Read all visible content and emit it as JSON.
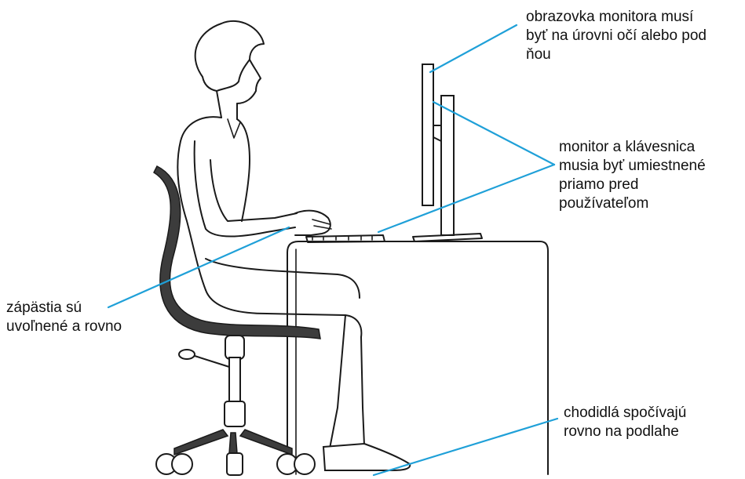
{
  "callouts": {
    "monitor_height": {
      "line1": "obrazovka monitora musí",
      "line2": "byť na úrovni očí alebo pod",
      "line3": "ňou"
    },
    "monitor_keyboard": {
      "line1": "monitor a klávesnica",
      "line2": "musia byť umiestnené",
      "line3": "priamo pred",
      "line4": "používateľom"
    },
    "wrists": {
      "line1": "zápästia sú",
      "line2": "uvoľnené a rovno"
    },
    "feet": {
      "line1": "chodidlá spočívajú",
      "line2": "rovno na podlahe"
    }
  },
  "colors": {
    "leader_line": "#1fa0d8",
    "outline": "#1a1a1a",
    "chair_dark": "#3c3c3c",
    "background": "#ffffff"
  }
}
